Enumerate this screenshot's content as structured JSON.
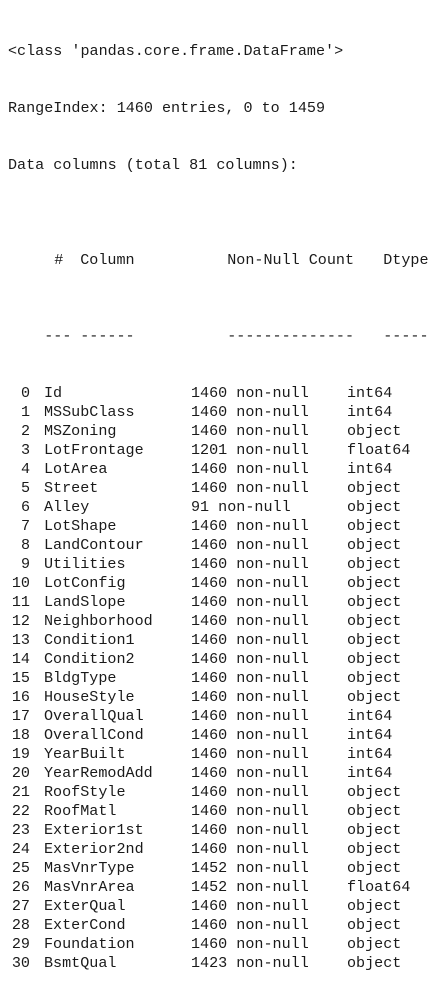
{
  "header": {
    "class_line": "<class 'pandas.core.frame.DataFrame'>",
    "range_index": "RangeIndex: 1460 entries, 0 to 1459",
    "data_columns": "Data columns (total 81 columns):"
  },
  "table": {
    "headers": {
      "idx": "#",
      "column": "Column",
      "non_null": "Non-Null Count",
      "dtype": "Dtype"
    },
    "separators": {
      "idx": "---",
      "column": "------",
      "non_null": "--------------",
      "dtype": "-----"
    },
    "rows": [
      {
        "idx": "0",
        "column": "Id",
        "non_null": "1460 non-null",
        "dtype": "int64"
      },
      {
        "idx": "1",
        "column": "MSSubClass",
        "non_null": "1460 non-null",
        "dtype": "int64"
      },
      {
        "idx": "2",
        "column": "MSZoning",
        "non_null": "1460 non-null",
        "dtype": "object"
      },
      {
        "idx": "3",
        "column": "LotFrontage",
        "non_null": "1201 non-null",
        "dtype": "float64"
      },
      {
        "idx": "4",
        "column": "LotArea",
        "non_null": "1460 non-null",
        "dtype": "int64"
      },
      {
        "idx": "5",
        "column": "Street",
        "non_null": "1460 non-null",
        "dtype": "object"
      },
      {
        "idx": "6",
        "column": "Alley",
        "non_null": "91 non-null",
        "dtype": "object"
      },
      {
        "idx": "7",
        "column": "LotShape",
        "non_null": "1460 non-null",
        "dtype": "object"
      },
      {
        "idx": "8",
        "column": "LandContour",
        "non_null": "1460 non-null",
        "dtype": "object"
      },
      {
        "idx": "9",
        "column": "Utilities",
        "non_null": "1460 non-null",
        "dtype": "object"
      },
      {
        "idx": "10",
        "column": "LotConfig",
        "non_null": "1460 non-null",
        "dtype": "object"
      },
      {
        "idx": "11",
        "column": "LandSlope",
        "non_null": "1460 non-null",
        "dtype": "object"
      },
      {
        "idx": "12",
        "column": "Neighborhood",
        "non_null": "1460 non-null",
        "dtype": "object"
      },
      {
        "idx": "13",
        "column": "Condition1",
        "non_null": "1460 non-null",
        "dtype": "object"
      },
      {
        "idx": "14",
        "column": "Condition2",
        "non_null": "1460 non-null",
        "dtype": "object"
      },
      {
        "idx": "15",
        "column": "BldgType",
        "non_null": "1460 non-null",
        "dtype": "object"
      },
      {
        "idx": "16",
        "column": "HouseStyle",
        "non_null": "1460 non-null",
        "dtype": "object"
      },
      {
        "idx": "17",
        "column": "OverallQual",
        "non_null": "1460 non-null",
        "dtype": "int64"
      },
      {
        "idx": "18",
        "column": "OverallCond",
        "non_null": "1460 non-null",
        "dtype": "int64"
      },
      {
        "idx": "19",
        "column": "YearBuilt",
        "non_null": "1460 non-null",
        "dtype": "int64"
      },
      {
        "idx": "20",
        "column": "YearRemodAdd",
        "non_null": "1460 non-null",
        "dtype": "int64"
      },
      {
        "idx": "21",
        "column": "RoofStyle",
        "non_null": "1460 non-null",
        "dtype": "object"
      },
      {
        "idx": "22",
        "column": "RoofMatl",
        "non_null": "1460 non-null",
        "dtype": "object"
      },
      {
        "idx": "23",
        "column": "Exterior1st",
        "non_null": "1460 non-null",
        "dtype": "object"
      },
      {
        "idx": "24",
        "column": "Exterior2nd",
        "non_null": "1460 non-null",
        "dtype": "object"
      },
      {
        "idx": "25",
        "column": "MasVnrType",
        "non_null": "1452 non-null",
        "dtype": "object"
      },
      {
        "idx": "26",
        "column": "MasVnrArea",
        "non_null": "1452 non-null",
        "dtype": "float64"
      },
      {
        "idx": "27",
        "column": "ExterQual",
        "non_null": "1460 non-null",
        "dtype": "object"
      },
      {
        "idx": "28",
        "column": "ExterCond",
        "non_null": "1460 non-null",
        "dtype": "object"
      },
      {
        "idx": "29",
        "column": "Foundation",
        "non_null": "1460 non-null",
        "dtype": "object"
      },
      {
        "idx": "30",
        "column": "BsmtQual",
        "non_null": "1423 non-null",
        "dtype": "object"
      }
    ]
  }
}
